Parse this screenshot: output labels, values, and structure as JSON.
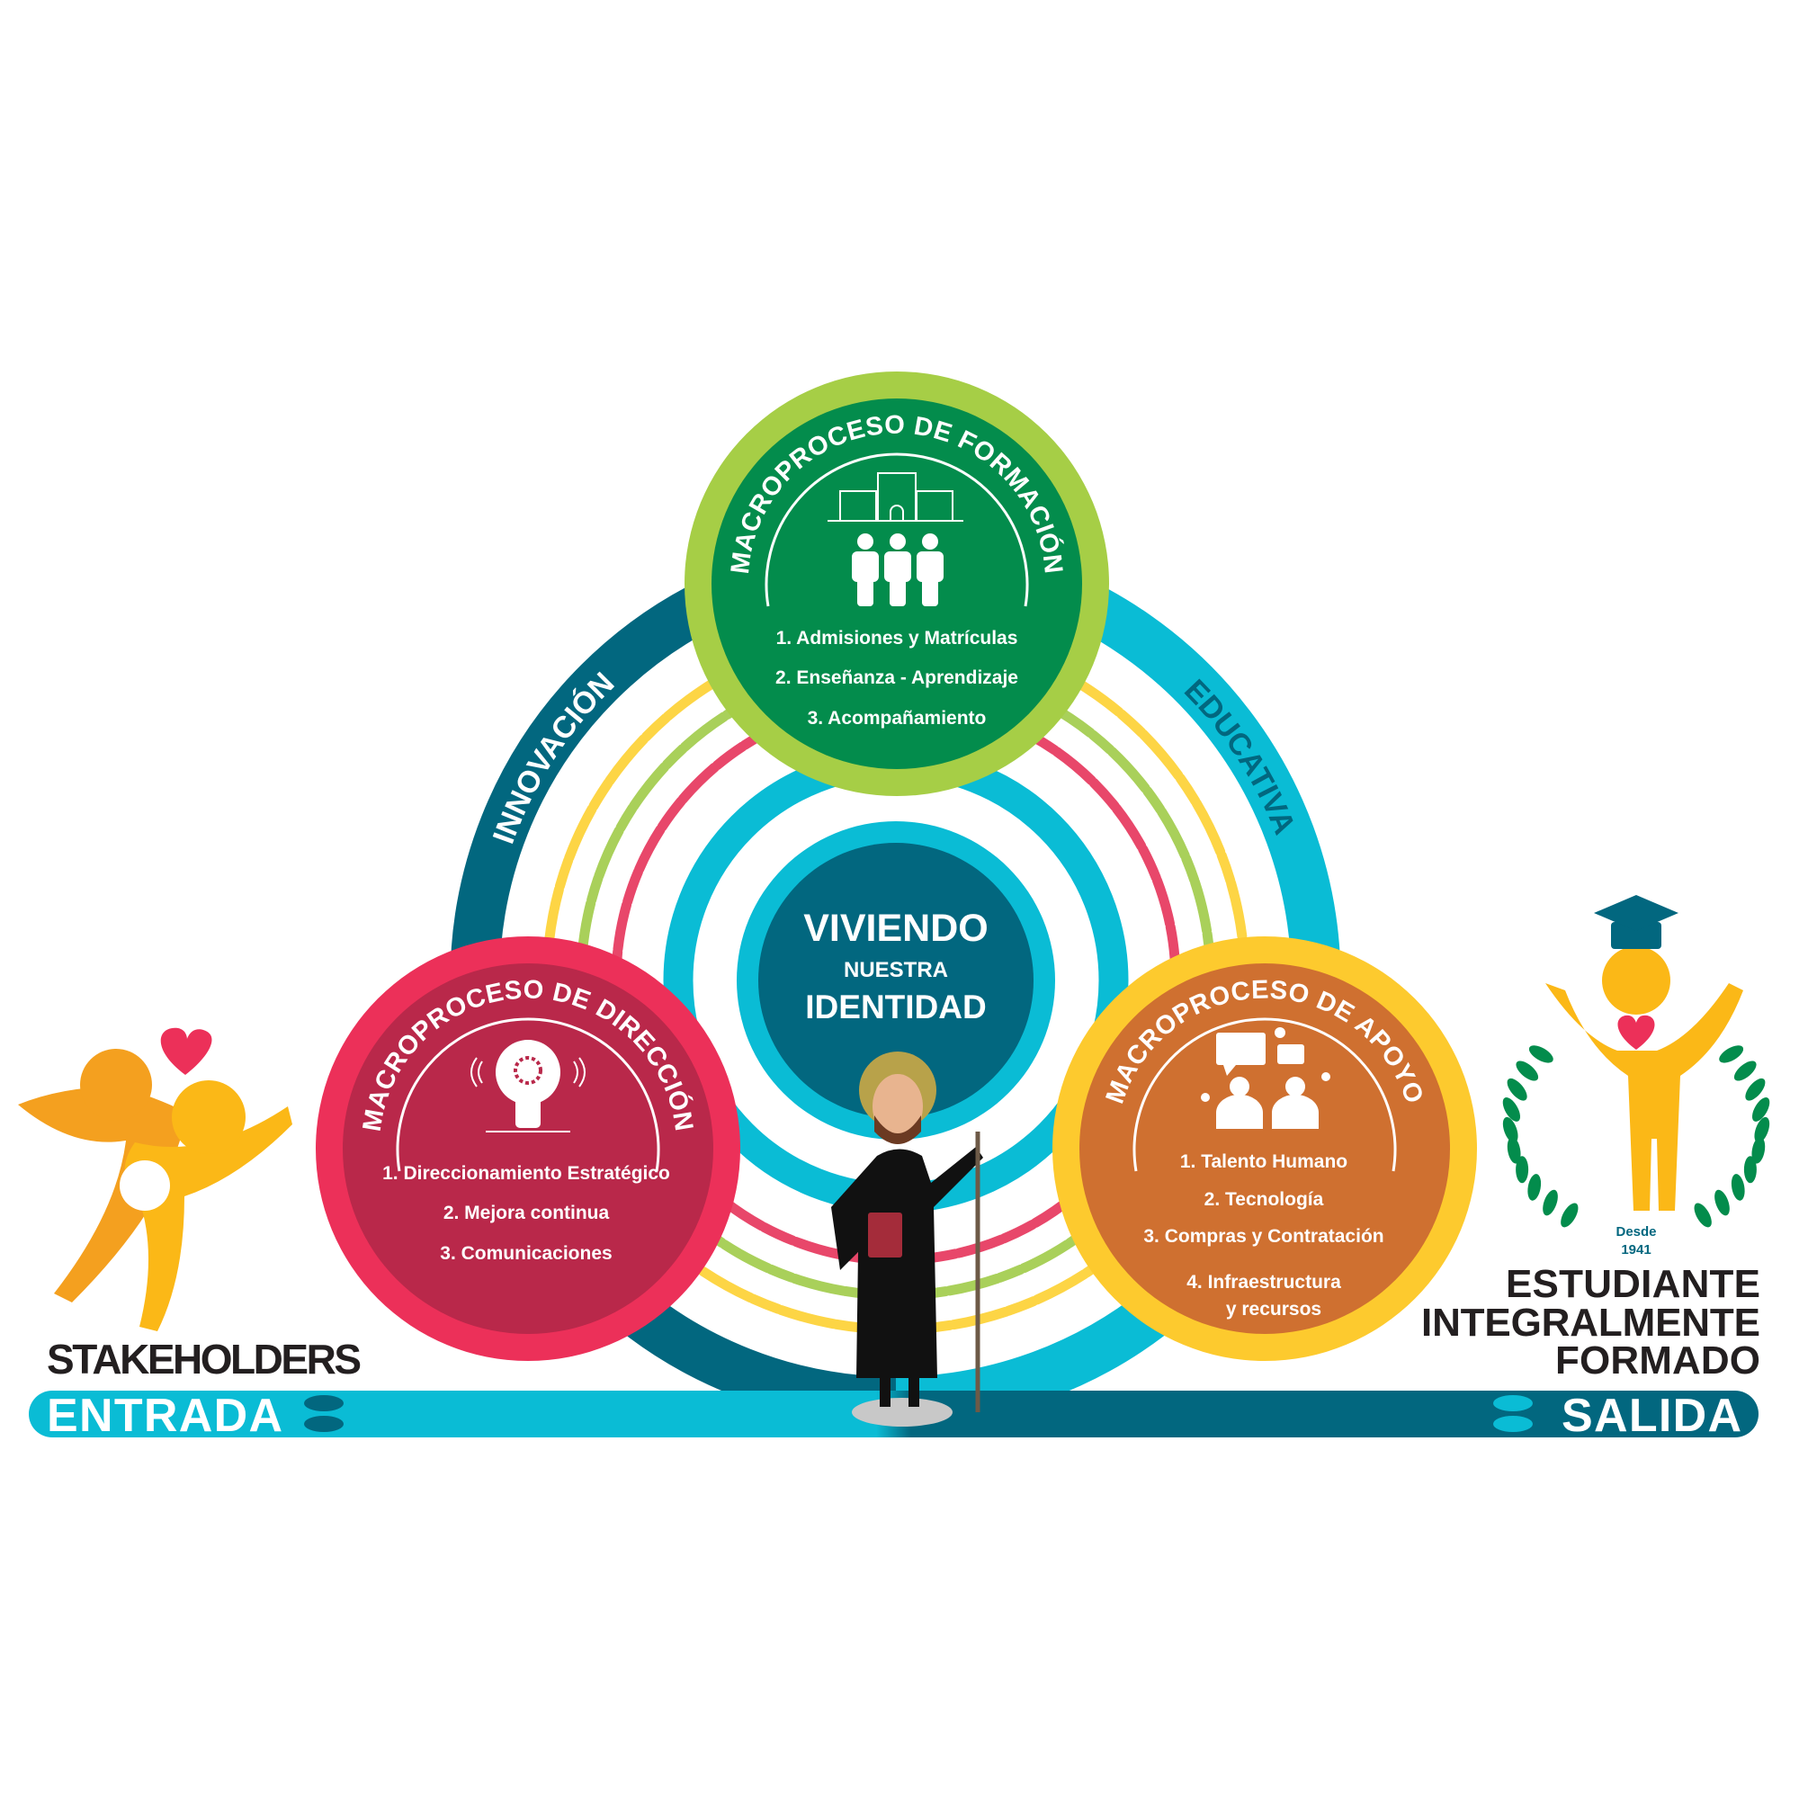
{
  "colors": {
    "navy": "#02677F",
    "cyan": "#0ABCD5",
    "green_ring": "#A6CE46",
    "green_fill": "#038C4C",
    "red_ring": "#EC3059",
    "red_fill": "#B9284A",
    "yellow_ring": "#FDCA2E",
    "orange_fill": "#CF7030",
    "pink_arc": "#E8476A",
    "yellow_arc": "#FDD545",
    "lightgreen_arc": "#A9D05A"
  },
  "outer_ring": {
    "left_label": "INNOVACIÓN",
    "right_label": "EDUCATIVA"
  },
  "center": {
    "line1": "VIVIENDO",
    "line2": "NUESTRA",
    "line3": "IDENTIDAD"
  },
  "formacion": {
    "title": "MACROPROCESO DE FORMACIÓN",
    "icons": [
      "building-icon",
      "people-icon"
    ],
    "items": [
      "1. Admisiones y Matrículas",
      "2. Enseñanza - Aprendizaje",
      "3. Acompañamiento"
    ]
  },
  "direccion": {
    "title": "MACROPROCESO DE DIRECCIÓN",
    "icons": [
      "lightbulb-gear-icon"
    ],
    "items": [
      "1. Direccionamiento Estratégico",
      "2. Mejora continua",
      "3. Comunicaciones"
    ]
  },
  "apoyo": {
    "title": "MACROPROCESO DE APOYO",
    "icons": [
      "chat-people-icon"
    ],
    "items": [
      "1. Talento Humano",
      "2. Tecnología",
      "3. Compras y Contratación",
      "4. Infraestructura",
      "y recursos"
    ]
  },
  "left": {
    "label": "STAKEHOLDERS",
    "bar_label": "ENTRADA"
  },
  "right": {
    "line1": "ESTUDIANTE",
    "line2": "INTEGRALMENTE",
    "line3": "FORMADO",
    "bar_label": "SALIDA",
    "badge_line1": "Desde",
    "badge_line2": "1941"
  }
}
